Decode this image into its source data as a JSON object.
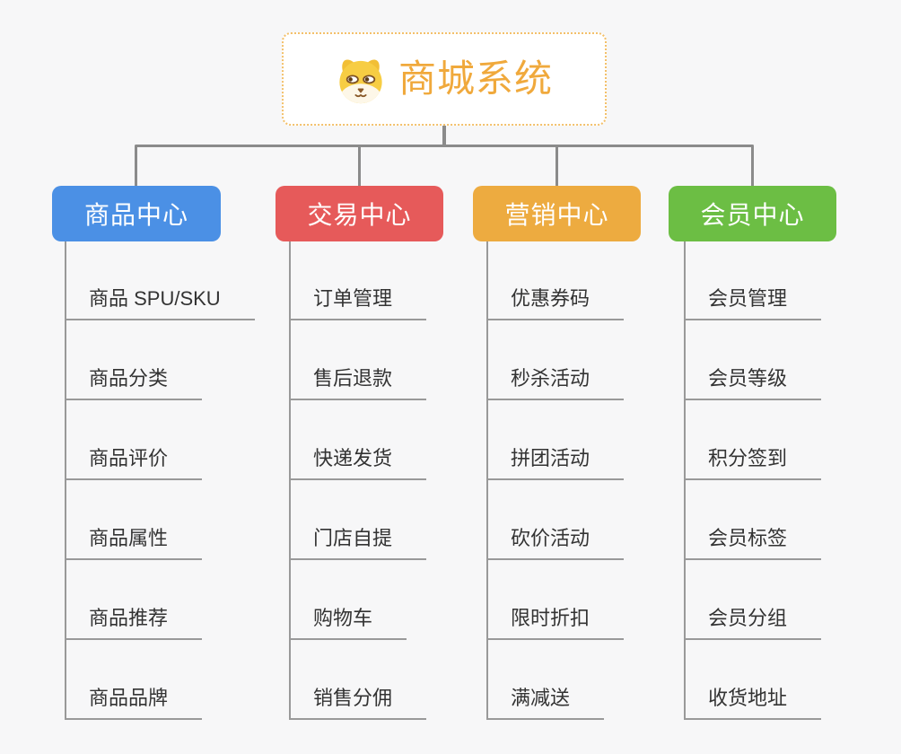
{
  "app": {
    "background_color": "#f7f7f8",
    "connector_color": "#8b8b8b",
    "leaf_line_color": "#999999",
    "leaf_text_color": "#333333"
  },
  "root": {
    "title": "商城系统",
    "title_color": "#f0a93c",
    "border_color": "#f3c06a",
    "icon": "dog-face-icon"
  },
  "branches": [
    {
      "label": "商品中心",
      "color": "#4b90e5",
      "items": [
        "商品 SPU/SKU",
        "商品分类",
        "商品评价",
        "商品属性",
        "商品推荐",
        "商品品牌"
      ]
    },
    {
      "label": "交易中心",
      "color": "#e65a5a",
      "items": [
        "订单管理",
        "售后退款",
        "快递发货",
        "门店自提",
        "购物车",
        "销售分佣"
      ]
    },
    {
      "label": "营销中心",
      "color": "#edab40",
      "items": [
        "优惠券码",
        "秒杀活动",
        "拼团活动",
        "砍价活动",
        "限时折扣",
        "满减送"
      ]
    },
    {
      "label": "会员中心",
      "color": "#6cbe44",
      "items": [
        "会员管理",
        "会员等级",
        "积分签到",
        "会员标签",
        "会员分组",
        "收货地址"
      ]
    }
  ]
}
